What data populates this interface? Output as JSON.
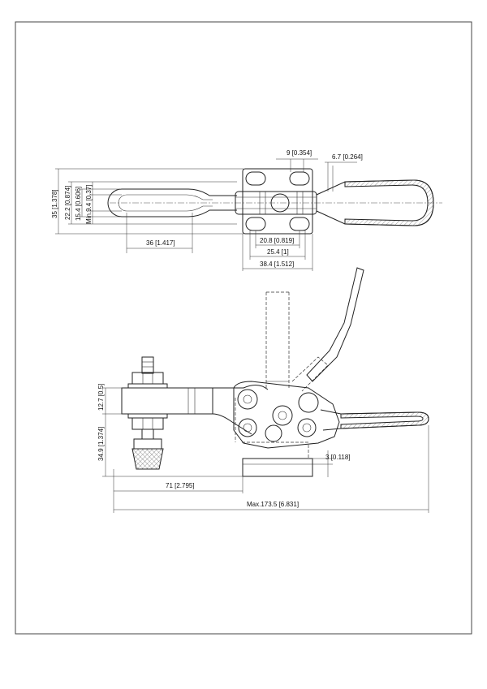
{
  "drawing": {
    "dims_top": {
      "d_9": "9 [0.354]",
      "d_6_7": "6.7 [0.264]",
      "d_35": "35 [1.378]",
      "d_22_2": "22.2 [0.874]",
      "d_15_4": "15.4 [0.606]",
      "d_min_9_4": "Min.9.4 [0.37]",
      "d_36": "36 [1.417]",
      "d_20_8": "20.8 [0.819]",
      "d_25_4": "25.4 [1]",
      "d_38_4": "38.4 [1.512]"
    },
    "dims_side": {
      "d_12_7": "12.7 [0.5]",
      "d_34_9": "34.9 [1.374]",
      "d_3": "3 [0.118]",
      "d_71": "71 [2.795]",
      "d_max": "Max.173.5 [6.831]"
    }
  }
}
